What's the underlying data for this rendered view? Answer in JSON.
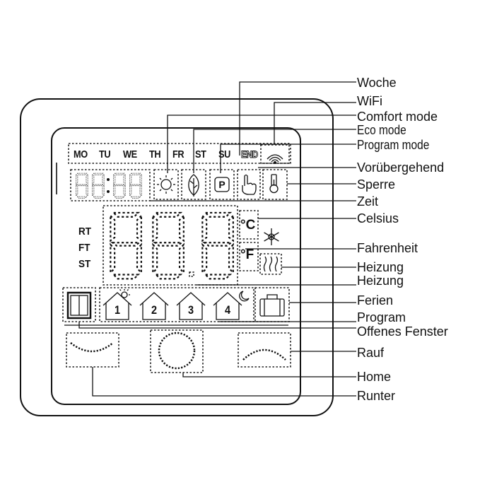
{
  "days": [
    "MO",
    "TU",
    "WE",
    "TH",
    "FR",
    "ST",
    "SU",
    "END"
  ],
  "side_labels": [
    "RT",
    "FT",
    "ST"
  ],
  "units": {
    "celsius": "°C",
    "fahrenheit": "°F"
  },
  "program_numbers": [
    "1",
    "2",
    "3",
    "4"
  ],
  "callouts": {
    "woche": "Woche",
    "wifi": "WiFi",
    "comfort": "Comfort mode",
    "eco": "Eco mode",
    "program_mode": "Program mode",
    "voruebergehend": "Vorübergehend",
    "sperre": "Sperre",
    "zeit": "Zeit",
    "celsius": "Celsius",
    "fahrenheit": "Fahrenheit",
    "heizung1": "Heizung",
    "heizung2": "Heizung",
    "ferien": "Ferien",
    "program": "Program",
    "offenes_fenster": "Offenes Fenster",
    "rauf": "Rauf",
    "home": "Home",
    "runter": "Runter"
  },
  "colors": {
    "line": "#111111",
    "background": "#ffffff"
  }
}
